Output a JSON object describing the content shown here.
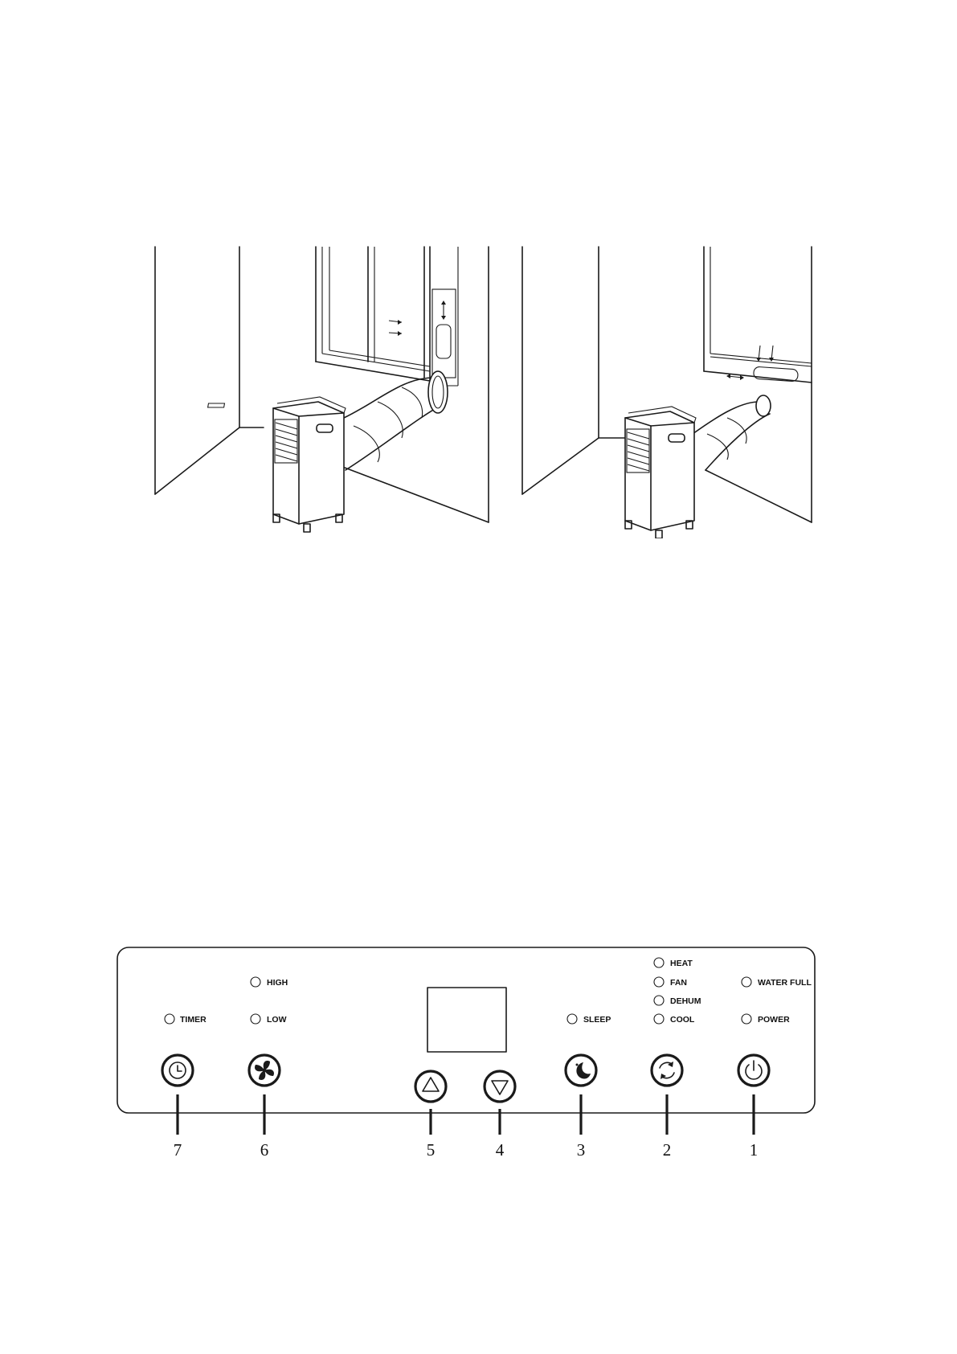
{
  "colors": {
    "line": "#1a1a1a",
    "background": "#ffffff"
  },
  "installations": [
    {
      "name": "sliding-window-installation"
    },
    {
      "name": "hung-window-installation"
    }
  ],
  "control_panel": {
    "indicators": {
      "timer": "TIMER",
      "high": "HIGH",
      "low": "LOW",
      "sleep": "SLEEP",
      "heat": "HEAT",
      "fan": "FAN",
      "dehum": "DEHUM",
      "cool": "COOL",
      "water_full": "WATER FULL",
      "power": "POWER"
    },
    "buttons": [
      {
        "id": "timer",
        "icon": "timer-icon",
        "number": "7"
      },
      {
        "id": "fan-speed",
        "icon": "fan-icon",
        "number": "6"
      },
      {
        "id": "up",
        "icon": "triangle-up-icon",
        "number": "5"
      },
      {
        "id": "down",
        "icon": "triangle-down-icon",
        "number": "4"
      },
      {
        "id": "sleep",
        "icon": "sleep-moon-icon",
        "number": "3"
      },
      {
        "id": "mode",
        "icon": "mode-cycle-icon",
        "number": "2"
      },
      {
        "id": "power",
        "icon": "power-icon",
        "number": "1"
      }
    ]
  }
}
